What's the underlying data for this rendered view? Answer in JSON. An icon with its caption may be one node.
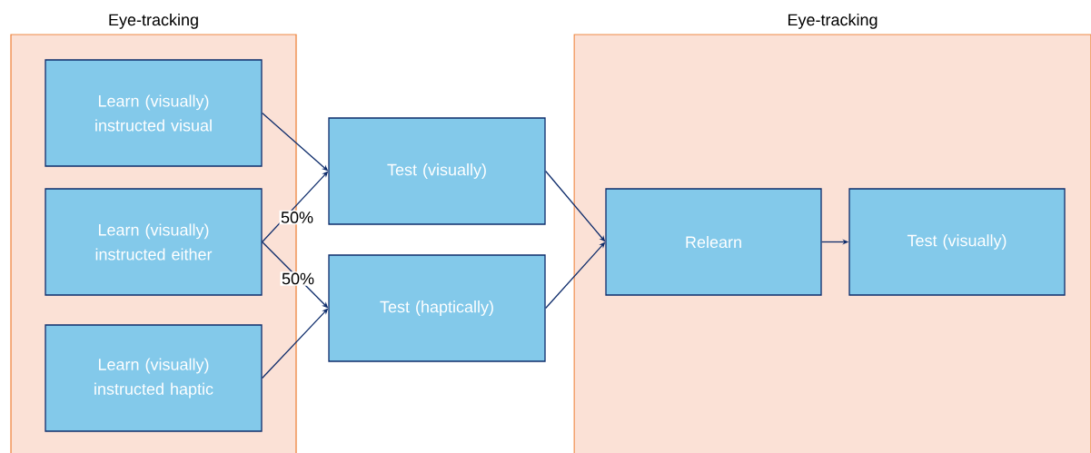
{
  "diagram": {
    "nodes": [
      {
        "text": [
          "Eye-tracking"
        ]
      },
      {
        "text": [
          "Learn (visually) instructed visual"
        ],
        "in": 0
      },
      {
        "text": [
          "Learn (visually) instructed either"
        ],
        "in": 0
      },
      {
        "text": [
          "Learn (visually) instructed haptic"
        ],
        "in": 0
      },
      {
        "text": [
          "Test (visually)"
        ]
      },
      {
        "text": [
          "Test (haptically)"
        ]
      },
      {
        "text": [
          "Eye-tracking"
        ]
      },
      {
        "text": [
          "Relearn"
        ],
        "in": 6
      },
      {
        "text": [
          "Test (visually)"
        ],
        "in": 6
      }
    ],
    "edges": [
      {
        "from": 1,
        "to": 4,
        "arrow": "to"
      },
      {
        "from": 2,
        "to": 4,
        "arrow": "to",
        "label": "50%"
      },
      {
        "from": 2,
        "to": 5,
        "arrow": "to",
        "label": "50%"
      },
      {
        "from": 3,
        "to": 5,
        "arrow": "to"
      },
      {
        "from": 4,
        "to": 7,
        "arrow": "to"
      },
      {
        "from": 5,
        "to": 7,
        "arrow": "to"
      },
      {
        "from": 7,
        "to": 8,
        "arrow": "to"
      }
    ]
  }
}
